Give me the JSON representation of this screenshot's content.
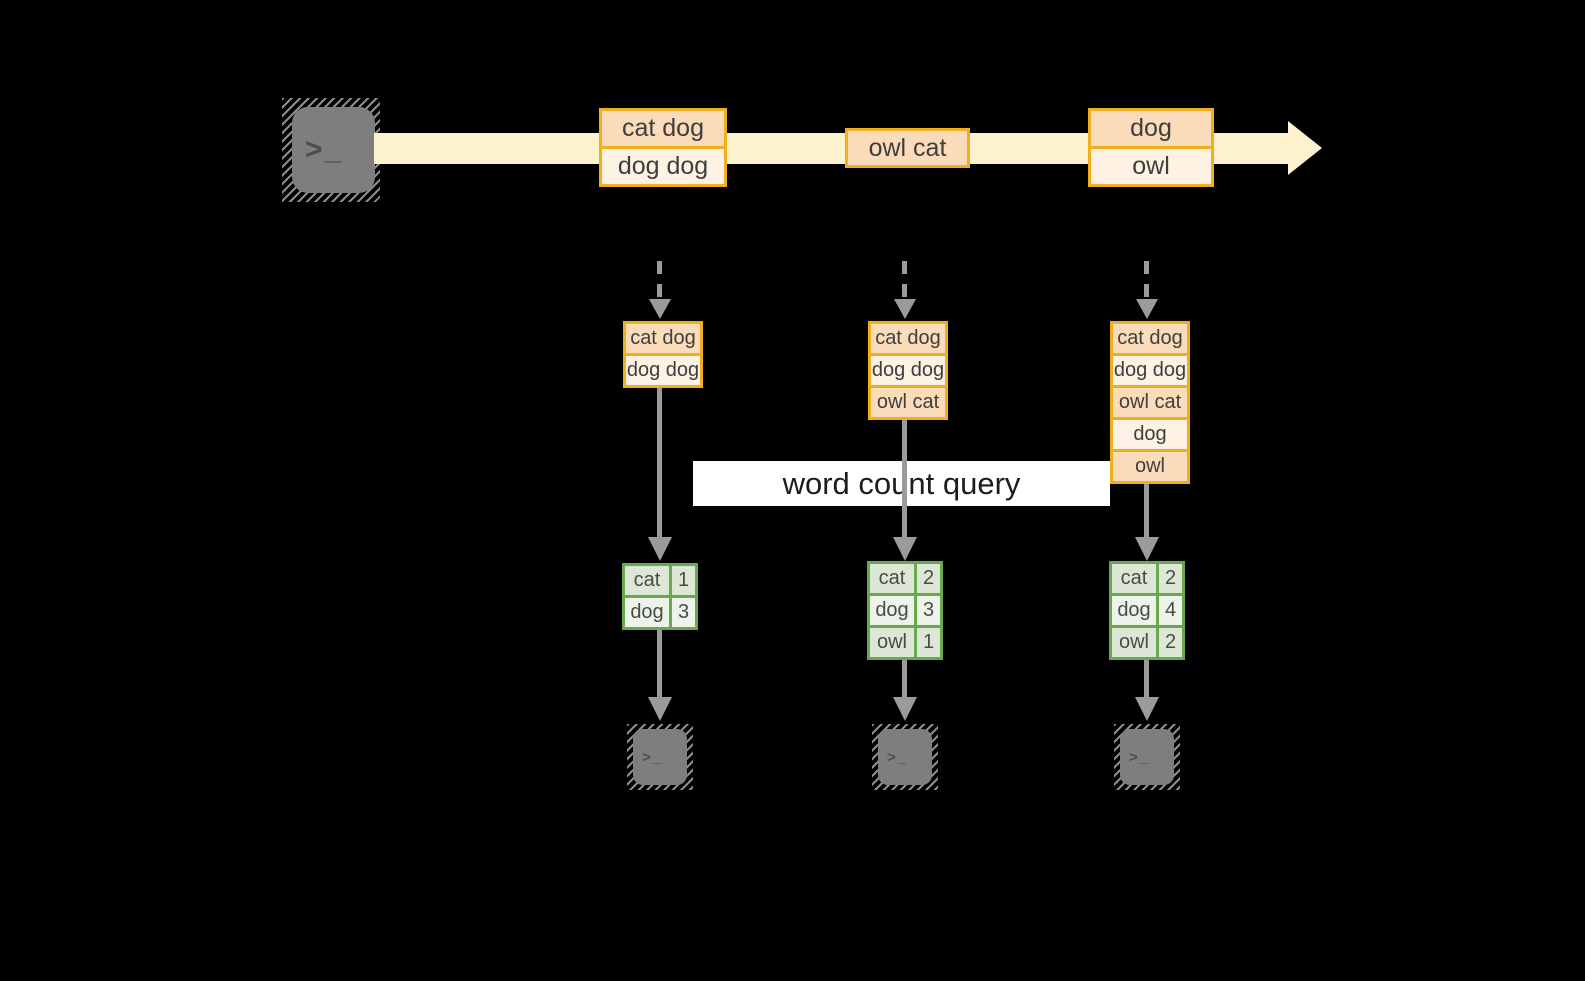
{
  "banner": {
    "label": "word count query"
  },
  "source_terminal": {
    "icon": "terminal-icon",
    "prompt": ">_"
  },
  "stream": {
    "batches": [
      {
        "records": [
          "cat dog",
          "dog dog"
        ]
      },
      {
        "records": [
          "owl cat"
        ]
      },
      {
        "records": [
          "dog",
          "owl"
        ]
      }
    ]
  },
  "columns": [
    {
      "state_records": [
        "cat dog",
        "dog dog"
      ],
      "counts": [
        {
          "word": "cat",
          "count": "1"
        },
        {
          "word": "dog",
          "count": "3"
        }
      ],
      "sink": {
        "icon": "terminal-icon",
        "prompt": ">_"
      }
    },
    {
      "state_records": [
        "cat dog",
        "dog dog",
        "owl cat"
      ],
      "counts": [
        {
          "word": "cat",
          "count": "2"
        },
        {
          "word": "dog",
          "count": "3"
        },
        {
          "word": "owl",
          "count": "1"
        }
      ],
      "sink": {
        "icon": "terminal-icon",
        "prompt": ">_"
      }
    },
    {
      "state_records": [
        "cat dog",
        "dog dog",
        "owl cat",
        "dog",
        "owl"
      ],
      "counts": [
        {
          "word": "cat",
          "count": "2"
        },
        {
          "word": "dog",
          "count": "4"
        },
        {
          "word": "owl",
          "count": "2"
        }
      ],
      "sink": {
        "icon": "terminal-icon",
        "prompt": ">_"
      }
    }
  ],
  "colors": {
    "background": "#000000",
    "stream_band": "#fcf2cd",
    "record_border": "#f0af1f",
    "record_fill_dark": "#fadcbb",
    "record_fill_light": "#fdf2e3",
    "table_border": "#6aa84f",
    "table_fill_dark": "#dde7d6",
    "table_fill_light": "#eef3ea",
    "arrow_gray": "#9b9b9b",
    "terminal_gray": "#7e7e7e"
  }
}
